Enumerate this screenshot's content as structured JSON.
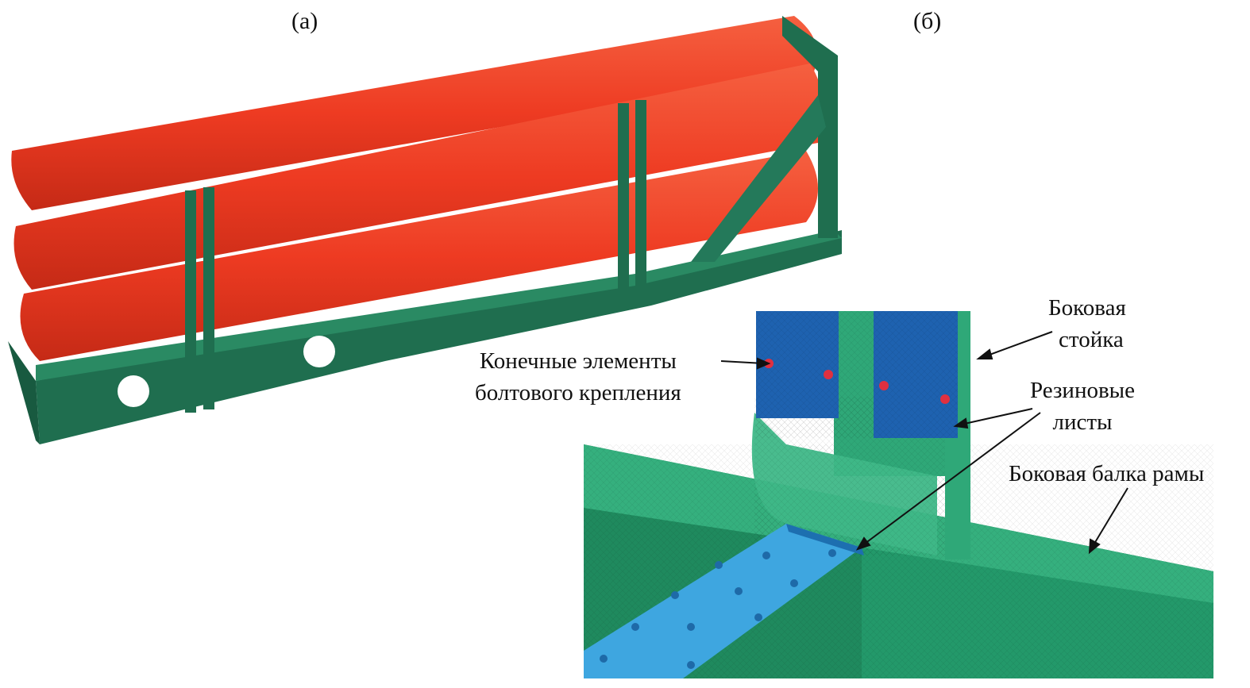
{
  "panels": {
    "a": {
      "label": "(а)"
    },
    "b": {
      "label": "(б)"
    }
  },
  "annotations": {
    "side_post": [
      "Боковая",
      "стойка"
    ],
    "bolt_elements": [
      "Конечные элементы",
      "болтового крепления"
    ],
    "rubber_sheets": [
      "Резиновые",
      "листы"
    ],
    "side_beam": "Боковая балка рамы"
  },
  "colors": {
    "pipe": "#f0472a",
    "frame": "#1f6e4f",
    "beam": "#2fa878",
    "plate_dark": "#1e62b0",
    "plate_light": "#3ea6e0"
  }
}
